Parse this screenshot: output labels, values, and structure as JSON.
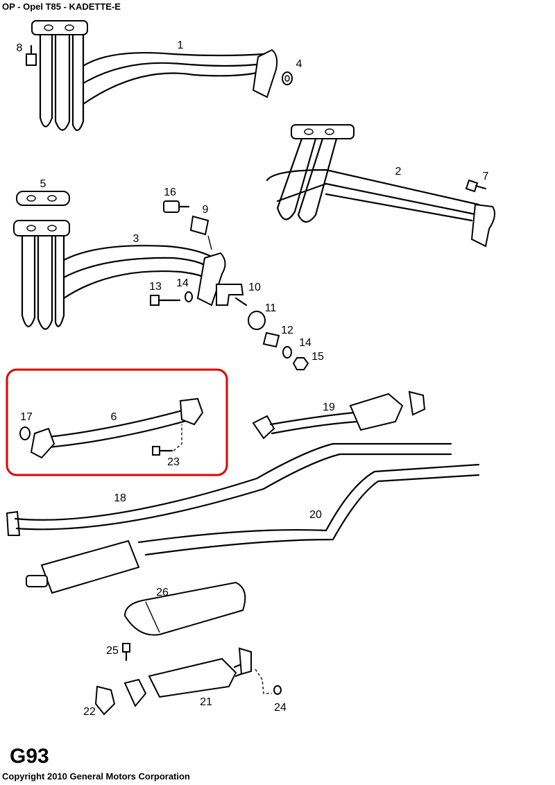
{
  "header": {
    "title": "OP - Opel T85 - KADETTE-E"
  },
  "footer": {
    "code": "G93",
    "copyright": "Copyright 2010 General Motors Corporation"
  },
  "highlight_color": "#e00000",
  "callouts": {
    "c1": "1",
    "c2": "2",
    "c3": "3",
    "c4": "4",
    "c5": "5",
    "c6": "6",
    "c7": "7",
    "c8": "8",
    "c9": "9",
    "c10": "10",
    "c11": "11",
    "c12": "12",
    "c13": "13",
    "c14a": "14",
    "c14b": "14",
    "c15": "15",
    "c16": "16",
    "c17": "17",
    "c18": "18",
    "c19": "19",
    "c20": "20",
    "c21": "21",
    "c22": "22",
    "c23": "23",
    "c24": "24",
    "c25": "25",
    "c26": "26"
  }
}
